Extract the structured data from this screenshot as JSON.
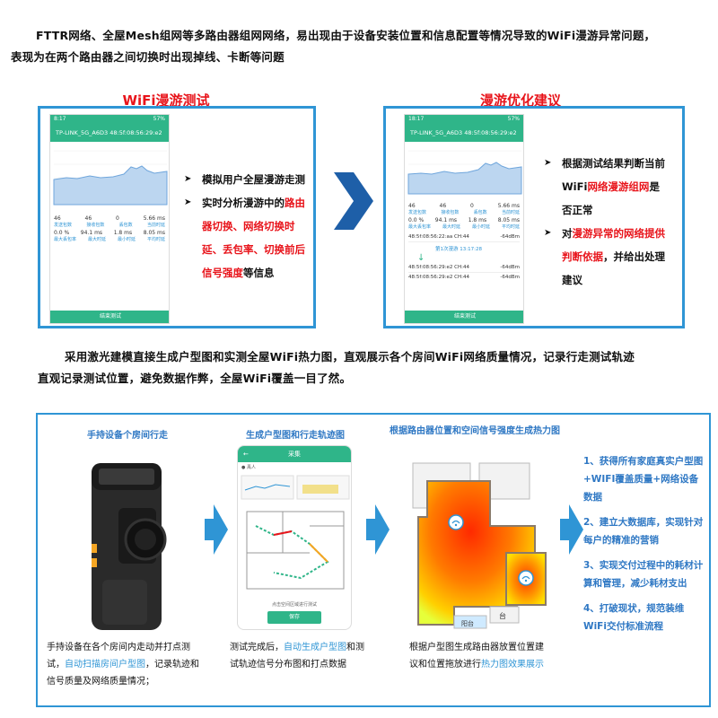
{
  "intro": {
    "line1": "FTTR网络、全屋Mesh组网等多路由器组网网络，易出现由于设备安装位置和信息配置等情况导致的WiFi漫游异常问题，",
    "line2": "表现为在两个路由器之间切换时出现掉线、卡断等问题"
  },
  "roam_test": {
    "title": "WiFi漫游测试",
    "phone": {
      "time": "8:17",
      "battery": "57%",
      "ssid": "TP-LINK_5G_A6D3",
      "mac": "48:5f:08:56:29:e2",
      "stats_values": [
        "46",
        "46",
        "0",
        "5.66 ms"
      ],
      "stats_labels": [
        "发送包数",
        "接收包数",
        "丢包数",
        "当前时延"
      ],
      "stats_values2": [
        "0.0 %",
        "94.1 ms",
        "1.8 ms",
        "8.05 ms"
      ],
      "stats_labels2": [
        "最大丢包率",
        "最大时延",
        "最小时延",
        "平均时延"
      ],
      "button": "结束测试"
    },
    "bullets": {
      "b1": "模拟用户全屋漫游走测",
      "b2_pre": "实时分析漫游中的",
      "b2_red1": "路由器切换、网络切换时延、丢包率、切换前后信号强度",
      "b2_post": "等信息"
    }
  },
  "roam_opt": {
    "title": "漫游优化建议",
    "phone": {
      "time": "18:17",
      "battery": "57%",
      "ssid": "TP-LINK_5G_A6D3",
      "mac": "48:5f:08:56:29:e2",
      "stats_values": [
        "46",
        "46",
        "0",
        "5.66 ms"
      ],
      "stats_labels": [
        "发送包数",
        "接收包数",
        "丢包数",
        "当前时延"
      ],
      "stats_values2": [
        "0.0 %",
        "94.1 ms",
        "1.8 ms",
        "8.05 ms"
      ],
      "stats_labels2": [
        "最大丢包率",
        "最大时延",
        "最小时延",
        "平均时延"
      ],
      "log1": "48:5f:08:56:22:aa CH:44",
      "log1_val": "-64dBm",
      "log_event": "第1次漫游 13:17:28",
      "log2": "48:5f:08:56:29:e2 CH:44",
      "log2_val": "-64dBm",
      "log3": "48:5f:08:56:29:e2 CH:44",
      "log3_val": "-64dBm",
      "button": "结束测试"
    },
    "bullets": {
      "b1": "根据测试结果判断当前WiFi",
      "b1_red": "网络漫游组网",
      "b1_post": "是否正常",
      "b2_pre": "对",
      "b2_red": "漫游异常的网络提供判断依据",
      "b2_post": "，并给出处理建议"
    }
  },
  "heatmap_para": {
    "line1": "采用激光建模直接生成户型图和实测全屋WiFi热力图，直观展示各个房间WiFi网络质量情况，记录行走测试轨迹",
    "line2": "直观记录测试位置，避免数据作弊，全屋WiFi覆盖一目了然。"
  },
  "steps": {
    "s1": {
      "caption": "手持设备个房间行走",
      "desc_pre": "手持设备在各个房间内走动并打点测试，",
      "desc_link": "自动扫描房间户型图",
      "desc_post": "，记录轨迹和信号质量及网络质量情况；"
    },
    "s2": {
      "caption": "生成户型图和行走轨迹图",
      "app_title": "采集",
      "app_user": "禹人",
      "app_btn": "保存",
      "app_hint": "点击空间区域进行测试",
      "desc_pre": "测试完成后，",
      "desc_link": "自动生成户型图",
      "desc_post": "和测试轨迹信号分布图和打点数据"
    },
    "s3": {
      "caption": "根据路由器位置和空间信号强度生成热力图",
      "room_label": "台",
      "room_label2": "阳台",
      "desc_pre": "根据户型图生成路由器放置位置建议和位置拖放进行",
      "desc_link": "热力图效果展示"
    },
    "results": [
      "1、获得所有家庭真实户型图+WIFI覆盖质量+网络设备数据",
      "2、建立大数据库，实现针对每户的精准的营销",
      "3、实现交付过程中的耗材计算和管理，减少耗材支出",
      "4、打破现状，规范装维WiFi交付标准流程"
    ]
  },
  "colors": {
    "accent_blue": "#2f95d5",
    "red": "#e8141b",
    "app_green": "#2fb589"
  }
}
